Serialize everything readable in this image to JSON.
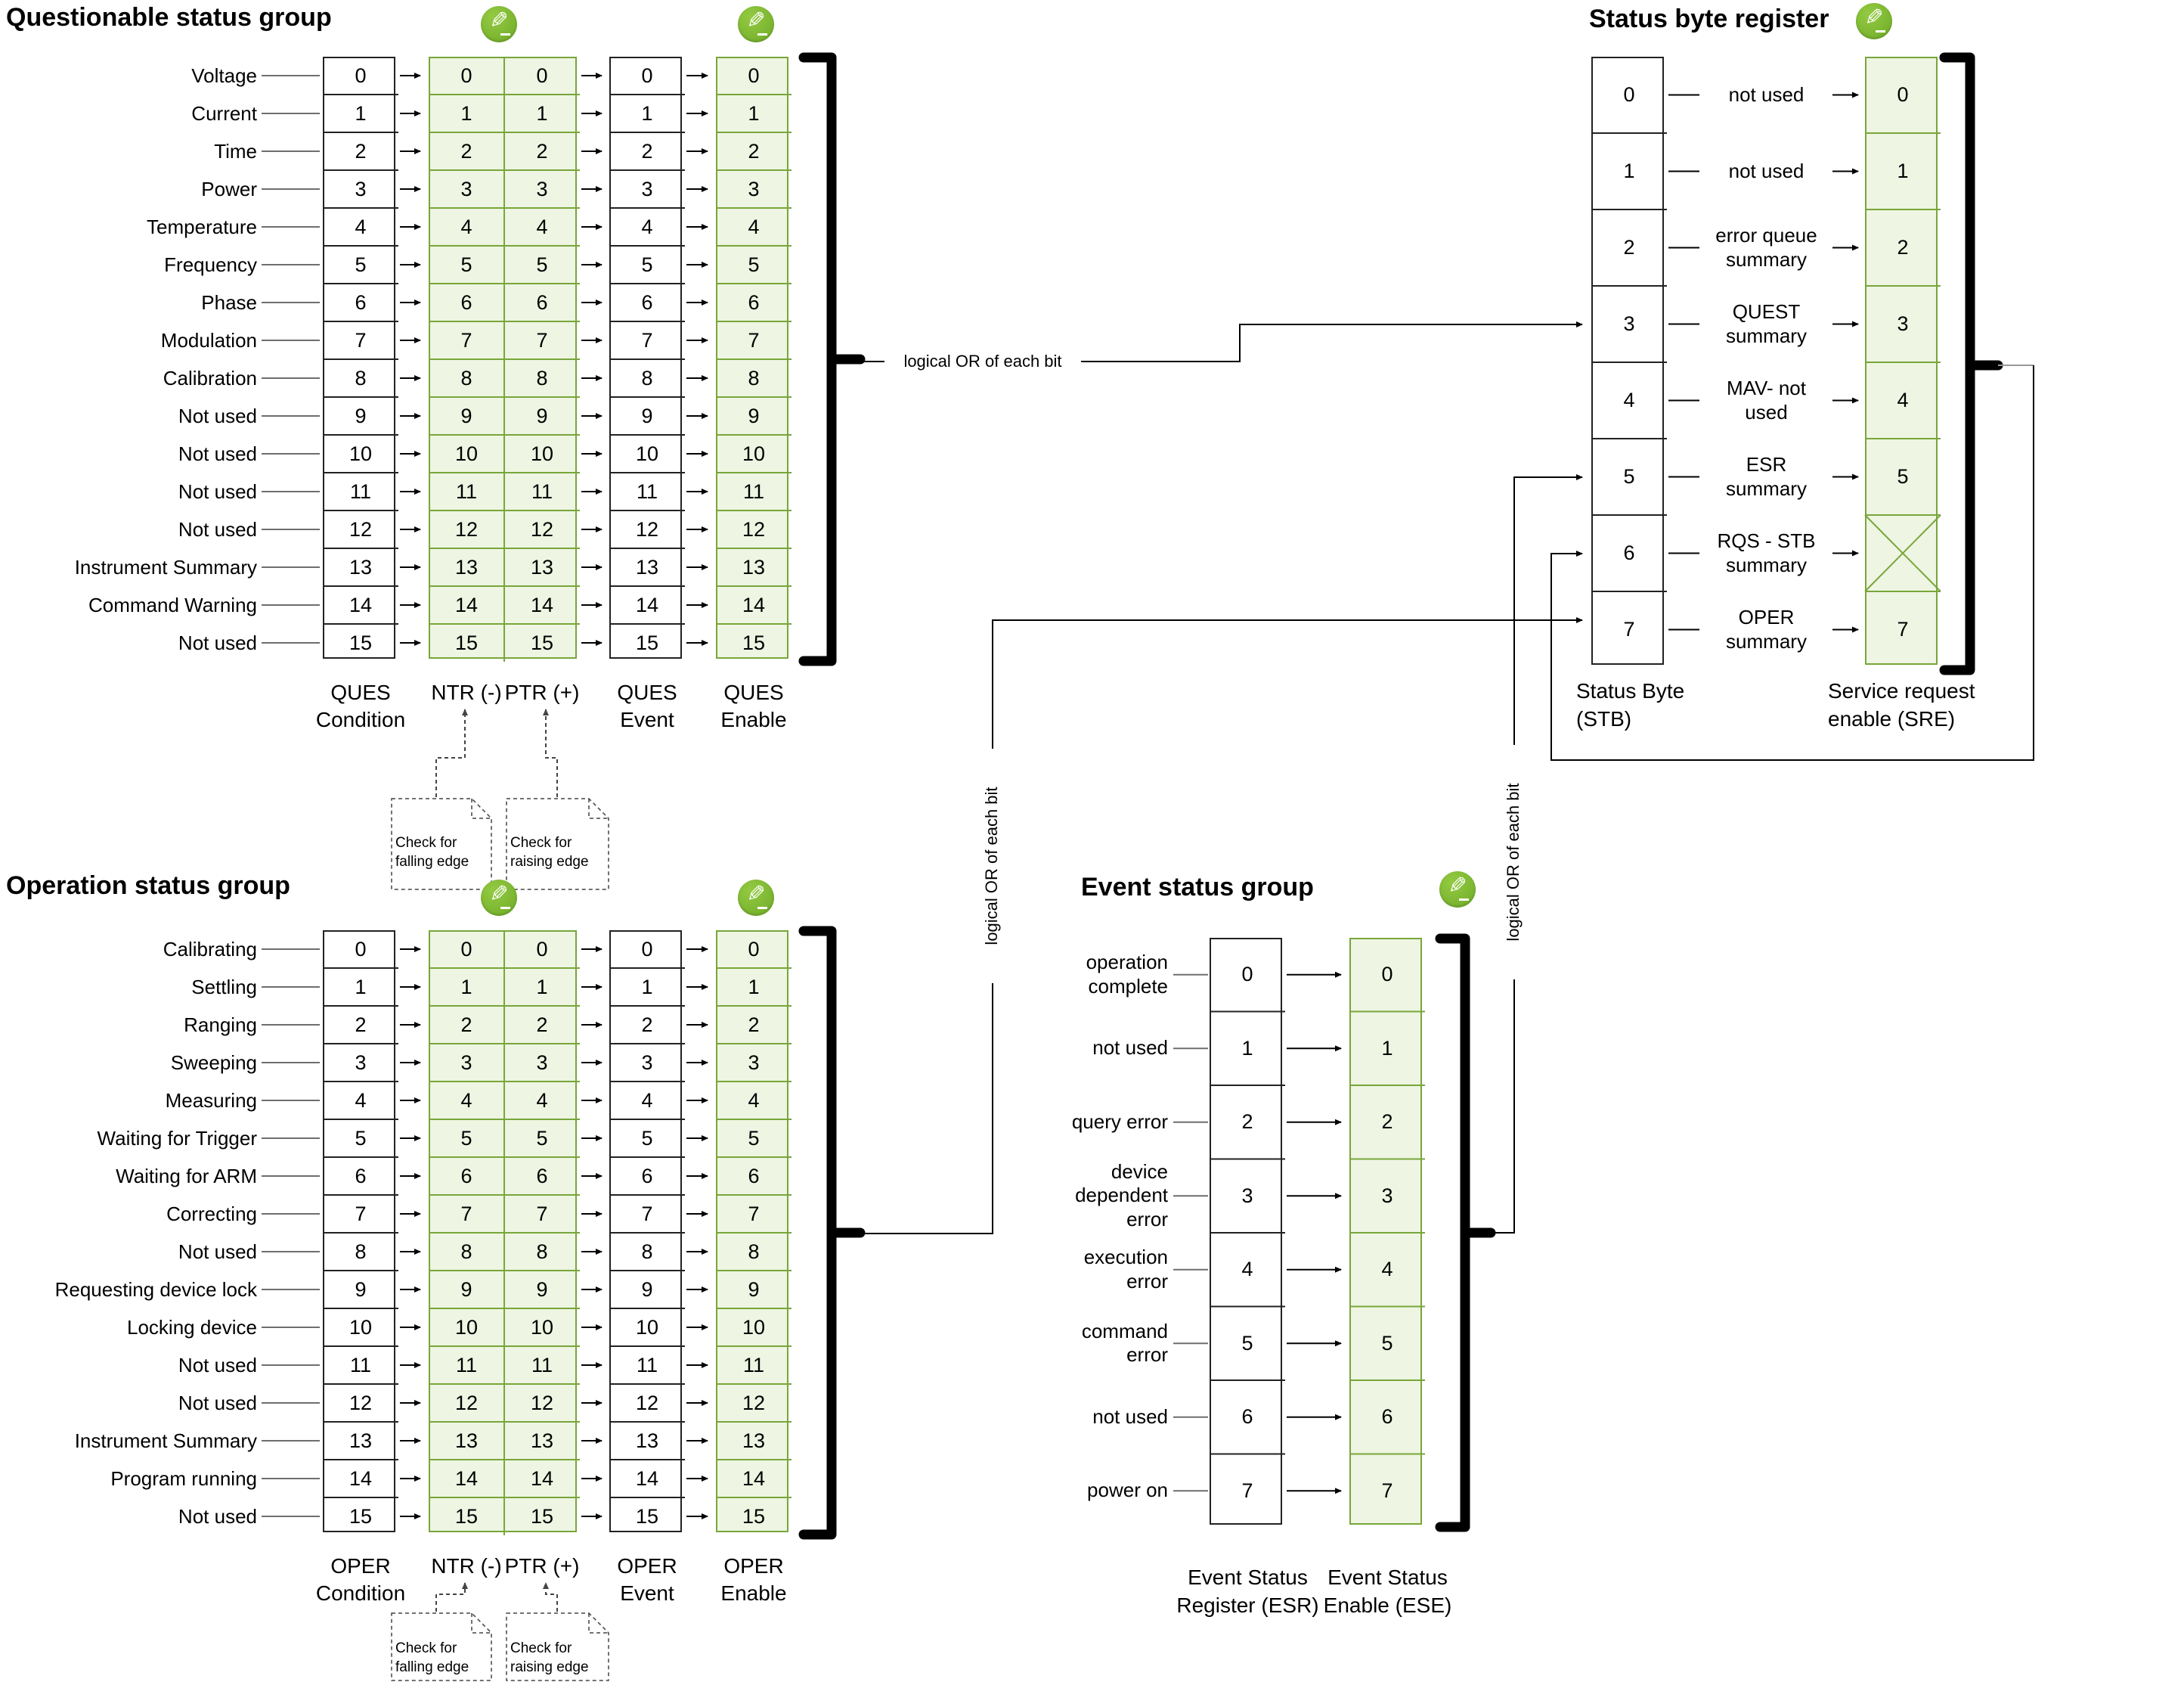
{
  "questionable_group": {
    "title": "Questionable status group",
    "bits": [
      0,
      1,
      2,
      3,
      4,
      5,
      6,
      7,
      8,
      9,
      10,
      11,
      12,
      13,
      14,
      15
    ],
    "bit_labels": [
      "Voltage",
      "Current",
      "Time",
      "Power",
      "Temperature",
      "Frequency",
      "Phase",
      "Modulation",
      "Calibration",
      "Not used",
      "Not used",
      "Not used",
      "Not used",
      "Instrument Summary",
      "Command Warning",
      "Not used"
    ],
    "column_labels": {
      "condition": "QUES Condition",
      "ntr": "NTR (-)",
      "ptr": "PTR (+)",
      "event": "QUES Event",
      "enable": "QUES Enable"
    },
    "note_falling": "Check for falling edge",
    "note_raising": "Check for raising edge"
  },
  "operation_group": {
    "title": "Operation status group",
    "bits": [
      0,
      1,
      2,
      3,
      4,
      5,
      6,
      7,
      8,
      9,
      10,
      11,
      12,
      13,
      14,
      15
    ],
    "bit_labels": [
      "Calibrating",
      "Settling",
      "Ranging",
      "Sweeping",
      "Measuring",
      "Waiting for Trigger",
      "Waiting for ARM",
      "Correcting",
      "Not used",
      "Requesting device lock",
      "Locking device",
      "Not used",
      "Not used",
      "Instrument Summary",
      "Program running",
      "Not used"
    ],
    "column_labels": {
      "condition": "OPER Condition",
      "ntr": "NTR (-)",
      "ptr": "PTR (+)",
      "event": "OPER Event",
      "enable": "OPER Enable"
    },
    "note_falling": "Check for falling edge",
    "note_raising": "Check for raising edge"
  },
  "event_group": {
    "title": "Event status group",
    "bits": [
      0,
      1,
      2,
      3,
      4,
      5,
      6,
      7
    ],
    "bit_labels": [
      "operation complete",
      "not used",
      "query error",
      "device dependent error",
      "execution error",
      "command error",
      "not used",
      "power on"
    ],
    "register_label": "Event Status Register (ESR)",
    "enable_label": "Event Status Enable (ESE)"
  },
  "status_byte_register": {
    "title": "Status byte register",
    "bits": [
      0,
      1,
      2,
      3,
      4,
      5,
      6,
      7
    ],
    "bit_labels": [
      "not used",
      "not used",
      "error queue summary",
      "QUEST summary",
      "MAV- not used",
      "ESR summary",
      "RQS - STB summary",
      "OPER summary"
    ],
    "sre_bits": [
      "0",
      "1",
      "2",
      "3",
      "4",
      "5",
      "",
      "7"
    ],
    "crossed_sre_bit": 6,
    "stb_label": "Status Byte (STB)",
    "sre_label": "Service request enable (SRE)"
  },
  "connector_labels": {
    "or_horizontal": "logical OR of each bit",
    "or_vertical_operation": "logical OR of each bit",
    "or_vertical_event": "logical OR of each bit"
  },
  "colors": {
    "green_fill": "#eef5e2",
    "green_border": "#78a63a",
    "icon_green": "#76b82f",
    "line_black": "#000000",
    "line_gray": "#6e6e6e"
  }
}
